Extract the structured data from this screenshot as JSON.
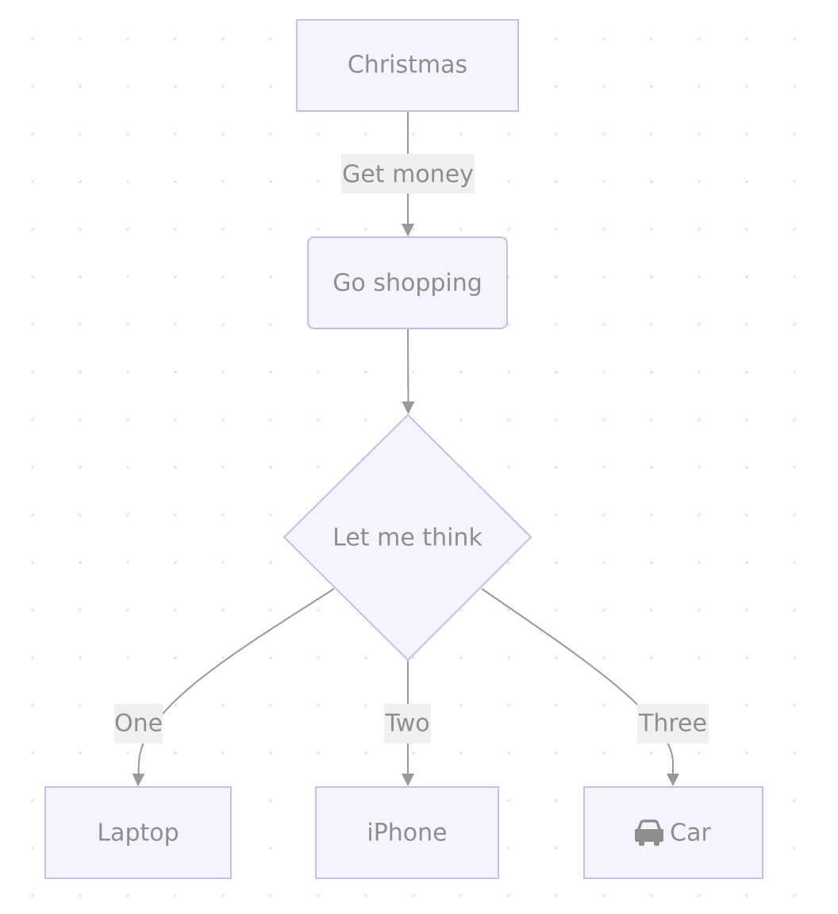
{
  "colors": {
    "node_fill": "#f4f3fe",
    "node_stroke": "#c7bde8",
    "text": "#8e8e8e",
    "edge": "#999999",
    "label_bg": "#f0f0f0"
  },
  "nodes": {
    "christmas": {
      "label": "Christmas",
      "shape": "rectangle"
    },
    "go_shopping": {
      "label": "Go shopping",
      "shape": "rounded-rectangle"
    },
    "decision": {
      "label": "Let me think",
      "shape": "diamond"
    },
    "laptop": {
      "label": "Laptop",
      "shape": "rectangle"
    },
    "iphone": {
      "label": "iPhone",
      "shape": "rectangle"
    },
    "car": {
      "label": "Car",
      "shape": "rectangle",
      "icon": "car-icon"
    }
  },
  "edges": {
    "christmas_to_shopping": {
      "from": "christmas",
      "to": "go_shopping",
      "label": "Get money"
    },
    "shopping_to_decision": {
      "from": "go_shopping",
      "to": "decision",
      "label": ""
    },
    "decision_to_laptop": {
      "from": "decision",
      "to": "laptop",
      "label": "One"
    },
    "decision_to_iphone": {
      "from": "decision",
      "to": "iphone",
      "label": "Two"
    },
    "decision_to_car": {
      "from": "decision",
      "to": "car",
      "label": "Three"
    }
  }
}
